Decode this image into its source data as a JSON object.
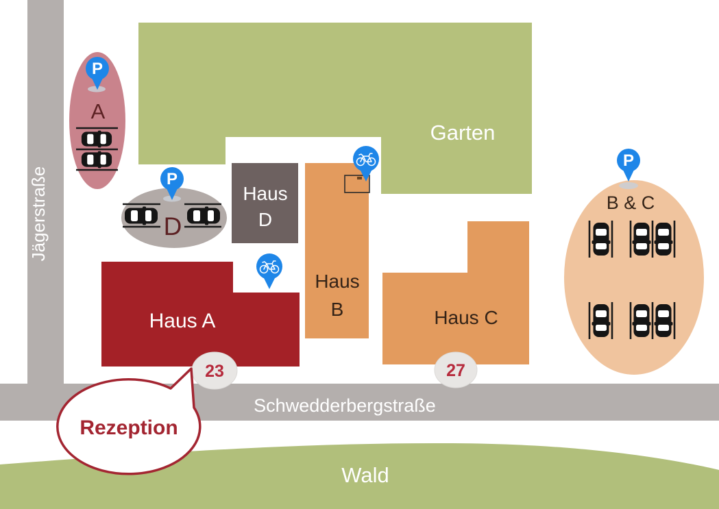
{
  "palette": {
    "road_gray": "#b4afad",
    "garden_green": "#b5c17c",
    "forest_green": "#b1bf7b",
    "haus_a_red": "#a42127",
    "haus_bc_orange": "#e39b5e",
    "haus_d_taupe": "#6d6160",
    "lot_a_pink": "#c9838c",
    "lot_d_gray": "#b2aaa7",
    "lot_bc_peach": "#f0c49e",
    "pin_blue": "#1e86e8",
    "badge_gray": "#e8e6e4",
    "number_red": "#b62a3c",
    "reception_red": "#a32531",
    "dark_label": "#342317",
    "white_label": "#ffffff",
    "lot_letter_dark": "#5c2123",
    "car_black": "#151515"
  },
  "streets": {
    "left_vertical": "Jägerstraße",
    "bottom_horizontal": "Schwedderbergstraße"
  },
  "areas": {
    "garden_label": "Garten",
    "forest_label": "Wald"
  },
  "buildings": {
    "haus_a": {
      "label": "Haus A",
      "house_number": "23"
    },
    "haus_b": {
      "label_line1": "Haus",
      "label_line2": "B"
    },
    "haus_c": {
      "label": "Haus C",
      "house_number": "27"
    },
    "haus_d": {
      "label_line1": "Haus",
      "label_line2": "D"
    }
  },
  "parking": {
    "pin_letter": "P",
    "lot_a": {
      "label": "A",
      "car_count": 2
    },
    "lot_d": {
      "label": "D",
      "car_count": 2
    },
    "lot_bc": {
      "label": "B & C",
      "car_count": 6
    }
  },
  "reception": {
    "label": "Rezeption"
  }
}
